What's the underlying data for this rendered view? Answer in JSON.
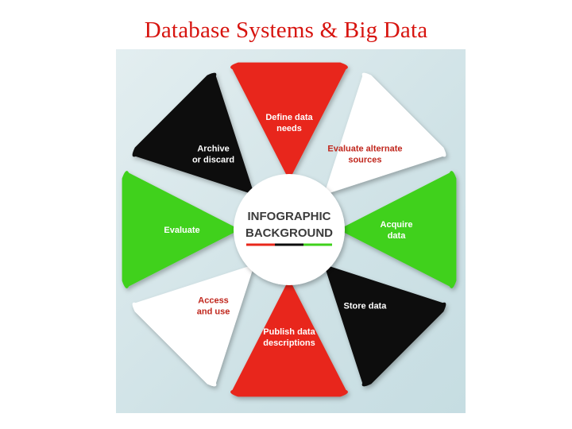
{
  "title": "Database Systems & Big Data",
  "hub": {
    "line1": "INFOGRAPHIC",
    "line2": "BACKGROUND"
  },
  "segments": [
    {
      "id": "define",
      "line1": "Define data",
      "line2": "needs",
      "fill": "#e8271b",
      "text_color": "#ffffff"
    },
    {
      "id": "evaluate-alt",
      "line1": "Evaluate alternate",
      "line2": "sources",
      "fill": "#ffffff",
      "text_color": "#c0261c"
    },
    {
      "id": "acquire",
      "line1": "Acquire",
      "line2": "data",
      "fill": "#3fd11c",
      "text_color": "#ffffff"
    },
    {
      "id": "store",
      "line1": "Store data",
      "line2": "",
      "fill": "#0c0c0c",
      "text_color": "#ffffff"
    },
    {
      "id": "publish",
      "line1": "Publish data",
      "line2": "descriptions",
      "fill": "#e8271b",
      "text_color": "#ffffff"
    },
    {
      "id": "access",
      "line1": "Access",
      "line2": "and use",
      "fill": "#ffffff",
      "text_color": "#c0261c"
    },
    {
      "id": "evaluate",
      "line1": "Evaluate",
      "line2": "",
      "fill": "#3fd11c",
      "text_color": "#ffffff"
    },
    {
      "id": "archive",
      "line1": "Archive",
      "line2": "or discard",
      "fill": "#0c0c0c",
      "text_color": "#ffffff"
    }
  ],
  "colors": {
    "title": "#d7140f",
    "underline_red": "#e8271b",
    "underline_black": "#0c0c0c",
    "underline_green": "#3fd11c"
  }
}
